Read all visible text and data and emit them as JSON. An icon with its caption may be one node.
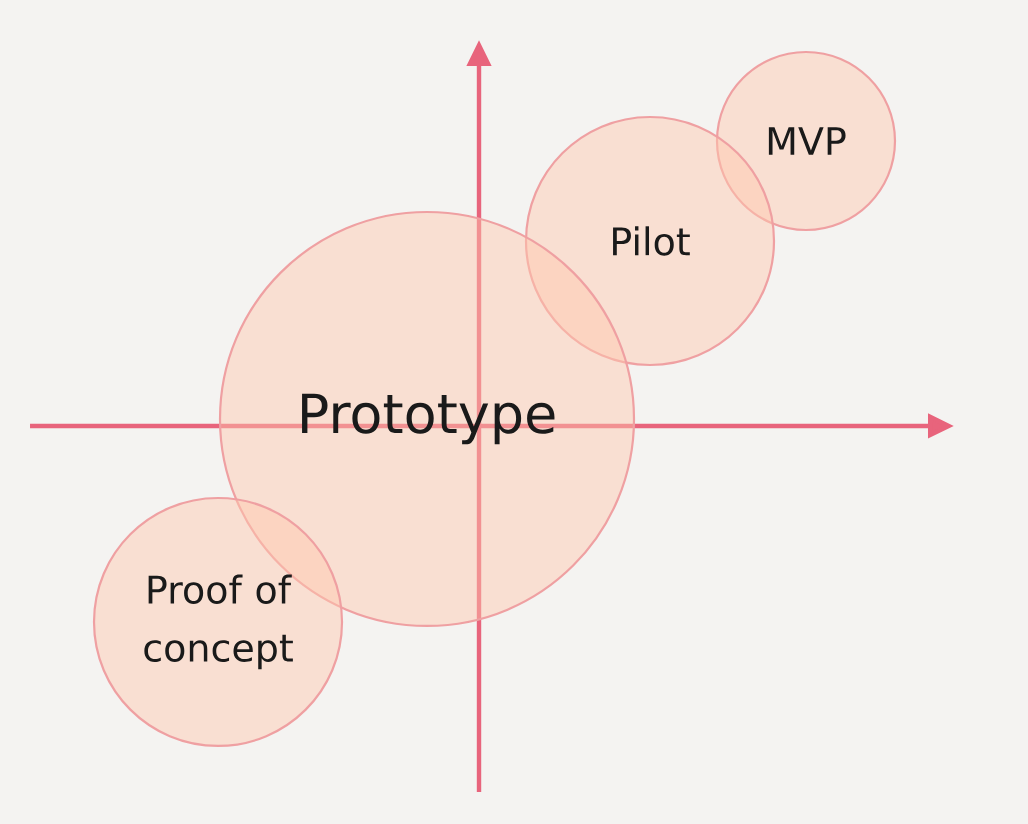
{
  "diagram": {
    "nodes": [
      {
        "text": [
          "MVP"
        ]
      },
      {
        "text": [
          "Pilot"
        ]
      },
      {
        "text": [
          "Prototype"
        ]
      },
      {
        "text": [
          "Proof of concept"
        ]
      }
    ]
  }
}
